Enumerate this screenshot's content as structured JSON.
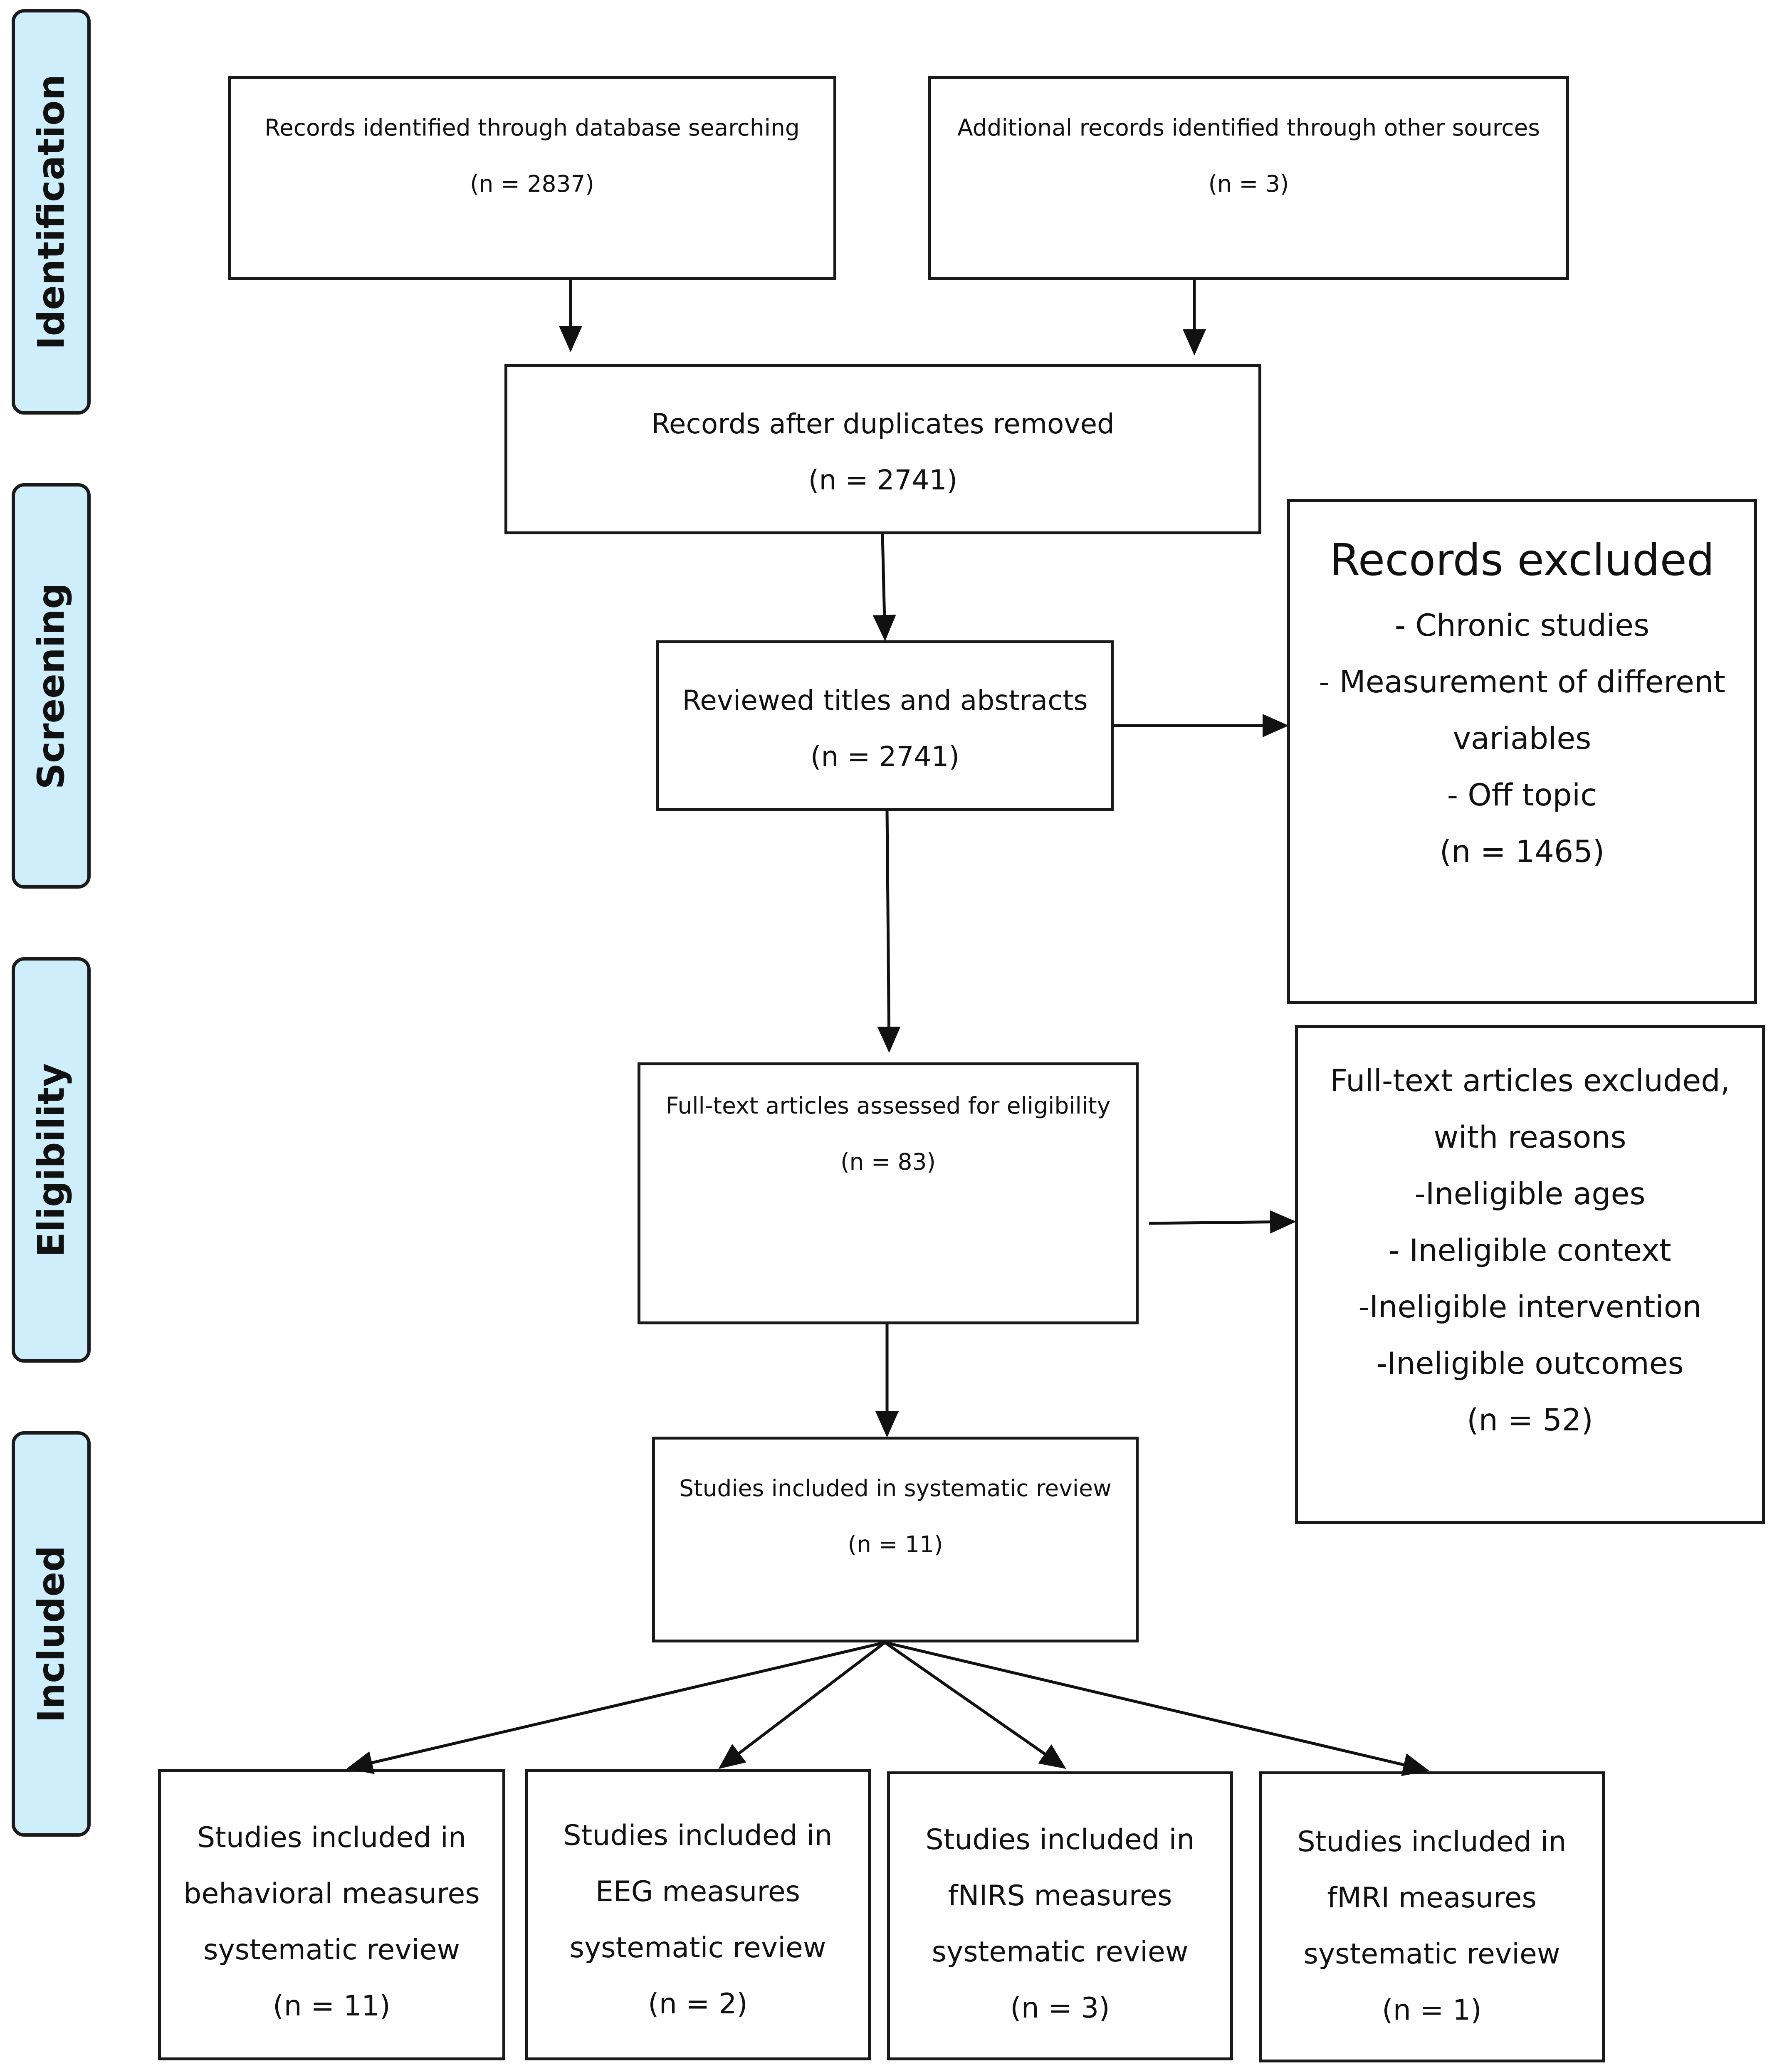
{
  "phases": {
    "identification": "Identification",
    "screening": "Screening",
    "eligibility": "Eligibility",
    "included": "Included"
  },
  "identification": {
    "database": {
      "label": "Records identified through database searching",
      "count": "(n = 2837)"
    },
    "other": {
      "label": "Additional records identified through other sources",
      "count": "(n = 3)"
    }
  },
  "duplicates": {
    "label": "Records after duplicates removed",
    "count": "(n = 2741)"
  },
  "screened": {
    "label": "Reviewed titles and abstracts",
    "count": "(n = 2741)"
  },
  "records_excluded": {
    "title": "Records excluded",
    "reasons": [
      "- Chronic studies",
      "- Measurement of different",
      "variables",
      "- Off topic"
    ],
    "count": "(n = 1465)"
  },
  "fulltext": {
    "label": "Full-text articles assessed for eligibility",
    "count": "(n = 83)"
  },
  "fulltext_excluded": {
    "lines": [
      "Full-text articles excluded,",
      "with reasons",
      "-Ineligible ages",
      "- Ineligible context",
      "-Ineligible intervention",
      "-Ineligible outcomes"
    ],
    "count": "(n = 52)"
  },
  "included": {
    "label": "Studies included in systematic review",
    "count": "(n = 11)"
  },
  "subgroups": [
    {
      "lines": [
        "Studies included in",
        "behavioral measures",
        "systematic review"
      ],
      "count": "(n = 11)"
    },
    {
      "lines": [
        "Studies included in",
        "EEG measures",
        "systematic review"
      ],
      "count": "(n = 2)"
    },
    {
      "lines": [
        "Studies included in",
        "fNIRS measures",
        "systematic review"
      ],
      "count": "(n = 3)"
    },
    {
      "lines": [
        "Studies included in",
        "fMRI measures",
        "systematic review"
      ],
      "count": "(n = 1)"
    }
  ]
}
